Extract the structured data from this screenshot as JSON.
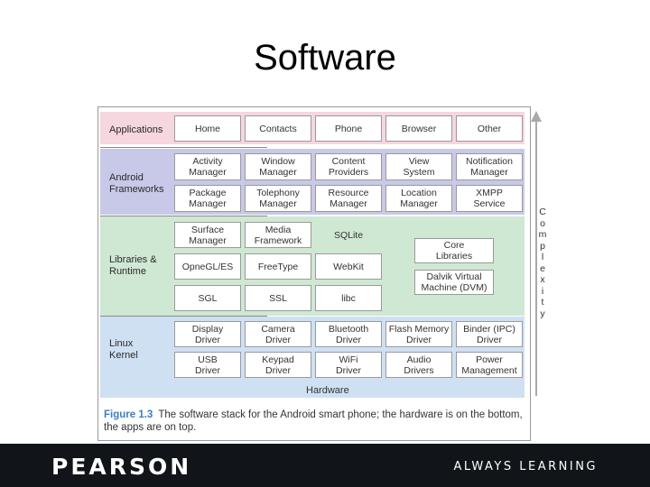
{
  "title": "Software",
  "diagram": {
    "layers": {
      "applications": {
        "label": "Applications",
        "items": [
          "Home",
          "Contacts",
          "Phone",
          "Browser",
          "Other"
        ]
      },
      "frameworks": {
        "label": "Android\nFrameworks",
        "row1": [
          "Activity\nManager",
          "Window\nManager",
          "Content\nProviders",
          "View\nSystem",
          "Notification\nManager"
        ],
        "row2": [
          "Package\nManager",
          "Tolephony\nManager",
          "Resource\nManager",
          "Location\nManager",
          "XMPP\nService"
        ]
      },
      "libraries": {
        "label": "Libraries &\nRuntime",
        "row1": [
          "Surface\nManager",
          "Media\nFramework",
          "SQLite"
        ],
        "row2": [
          "OpneGL/ES",
          "FreeType",
          "WebKit"
        ],
        "row3": [
          "SGL",
          "SSL",
          "libc"
        ],
        "core": "Core\nLibraries",
        "dalvik": "Dalvik Virtual\nMachine (DVM)"
      },
      "kernel": {
        "label": "Linux\nKernel",
        "row1": [
          "Display\nDriver",
          "Camera\nDriver",
          "Bluetooth\nDriver",
          "Flash Memory\nDriver",
          "Binder (IPC)\nDriver"
        ],
        "row2": [
          "USB\nDriver",
          "Keypad\nDriver",
          "WiFi\nDriver",
          "Audio\nDrivers",
          "Power\nManagement"
        ]
      },
      "hardware": "Hardware"
    },
    "complexity_letters": [
      "C",
      "o",
      "m",
      "p",
      "l",
      "e",
      "x",
      "i",
      "t",
      "y"
    ],
    "caption_figure": "Figure 1.3",
    "caption_text": "The software stack for the Android smart phone; the hardware is on the bottom, the apps are on top."
  },
  "footer": {
    "logo": "PEARSON",
    "tagline": "ALWAYS LEARNING"
  }
}
